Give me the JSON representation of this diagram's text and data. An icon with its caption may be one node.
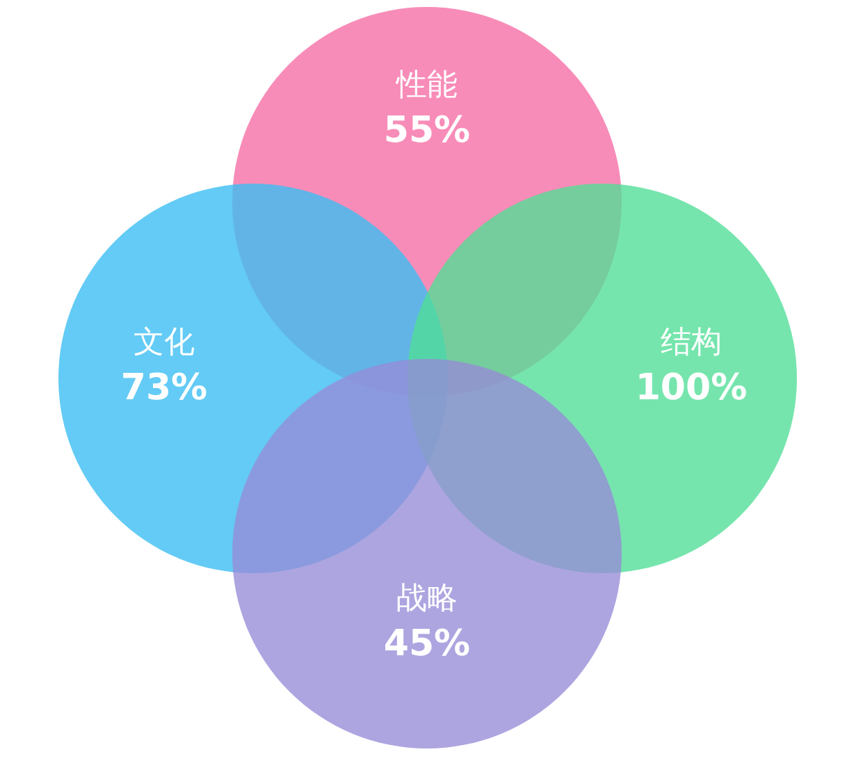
{
  "diagram": {
    "nodes": [
      {
        "text": [
          "性能",
          "55%"
        ]
      },
      {
        "text": [
          "文化",
          "73%"
        ]
      },
      {
        "text": [
          "结构",
          "100%"
        ]
      },
      {
        "text": [
          "战略",
          "45%"
        ]
      }
    ]
  }
}
